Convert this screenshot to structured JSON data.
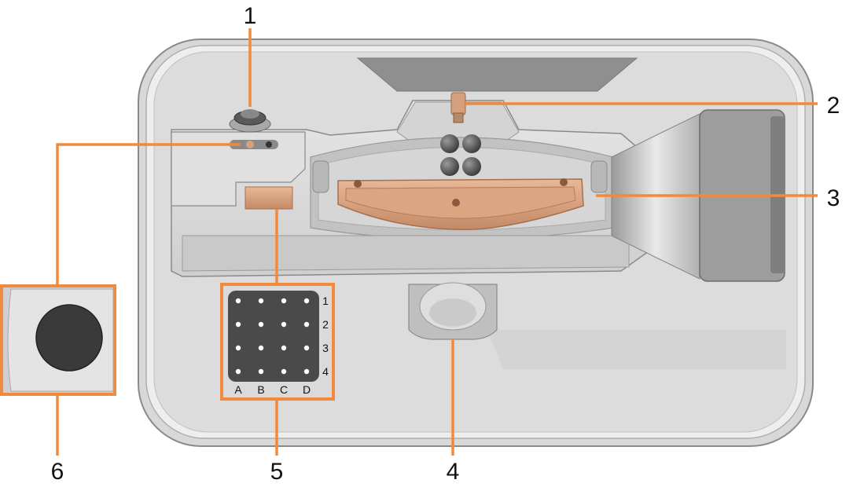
{
  "colors": {
    "accent": "#f08a3c",
    "copper": "#d9a07c",
    "copper_dark": "#b8805e",
    "housing_light": "#e2e2e2",
    "housing_mid": "#c6c6c6",
    "housing_dark": "#9a9a9a",
    "contact_panel": "#4a4a4a",
    "contact_dot": "#ffffff"
  },
  "callouts": [
    {
      "id": "1",
      "label": "1"
    },
    {
      "id": "2",
      "label": "2"
    },
    {
      "id": "3",
      "label": "3"
    },
    {
      "id": "4",
      "label": "4"
    },
    {
      "id": "5",
      "label": "5"
    },
    {
      "id": "6",
      "label": "6"
    }
  ],
  "contact_grid": {
    "columns": [
      "A",
      "B",
      "C",
      "D"
    ],
    "rows": [
      "1",
      "2",
      "3",
      "4"
    ]
  },
  "icons": [
    "contact-pin-icon",
    "sample-stage-icon",
    "contact-array-icon",
    "sensor-port-icon"
  ]
}
